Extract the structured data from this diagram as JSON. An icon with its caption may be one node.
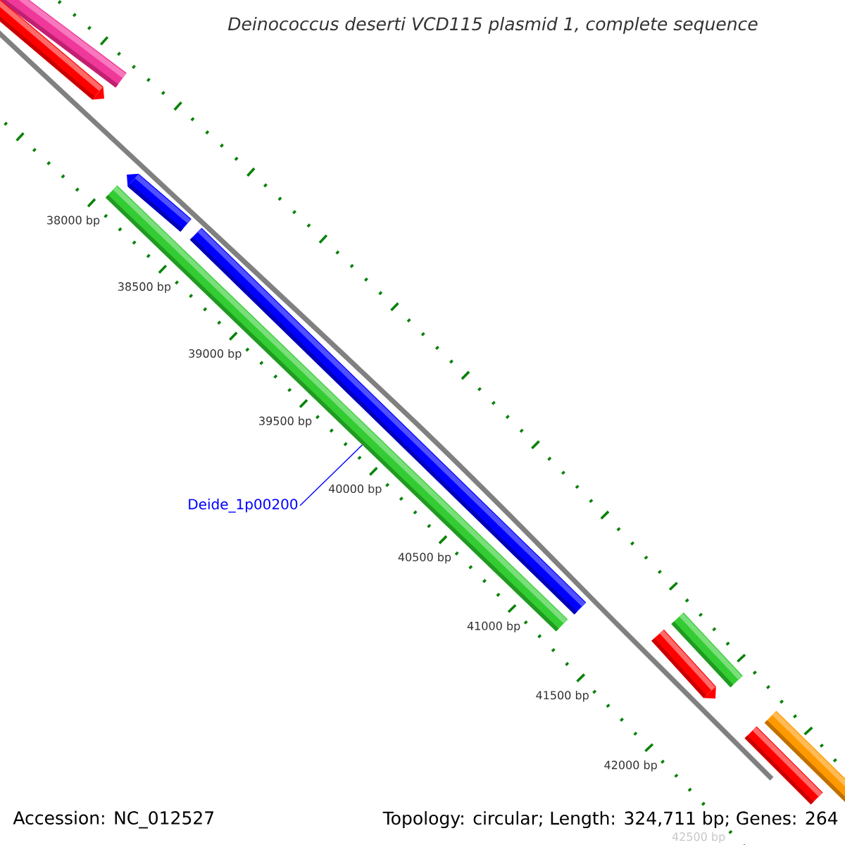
{
  "diagram": {
    "title": "Deinococcus deserti VCD115 plasmid 1, complete sequence",
    "nodes": [
      {
        "text": [],
        "shape": "bar"
      },
      {
        "text": [],
        "shape": "arrow"
      },
      {
        "text": [],
        "shape": "arrow"
      },
      {
        "text": [],
        "shape": "bar"
      },
      {
        "text": [],
        "shape": "bar"
      },
      {
        "text": [
          "Deide_1p00200"
        ]
      },
      {
        "text": [],
        "shape": "bar"
      },
      {
        "text": [],
        "shape": "arrow"
      },
      {
        "text": [],
        "shape": "bar"
      },
      {
        "text": [],
        "shape": "bar"
      }
    ],
    "edges": [
      {
        "from": 5,
        "to": 3,
        "arrow": "none"
      }
    ],
    "labels": [
      "38000 bp",
      "38500 bp",
      "39000 bp",
      "39500 bp",
      "40000 bp",
      "40500 bp",
      "41000 bp",
      "41500 bp",
      "42000 bp",
      "42500 bp",
      "Accession: NC_012527",
      "Topology: circular; Length: 324,711 bp; Genes: 264"
    ]
  }
}
